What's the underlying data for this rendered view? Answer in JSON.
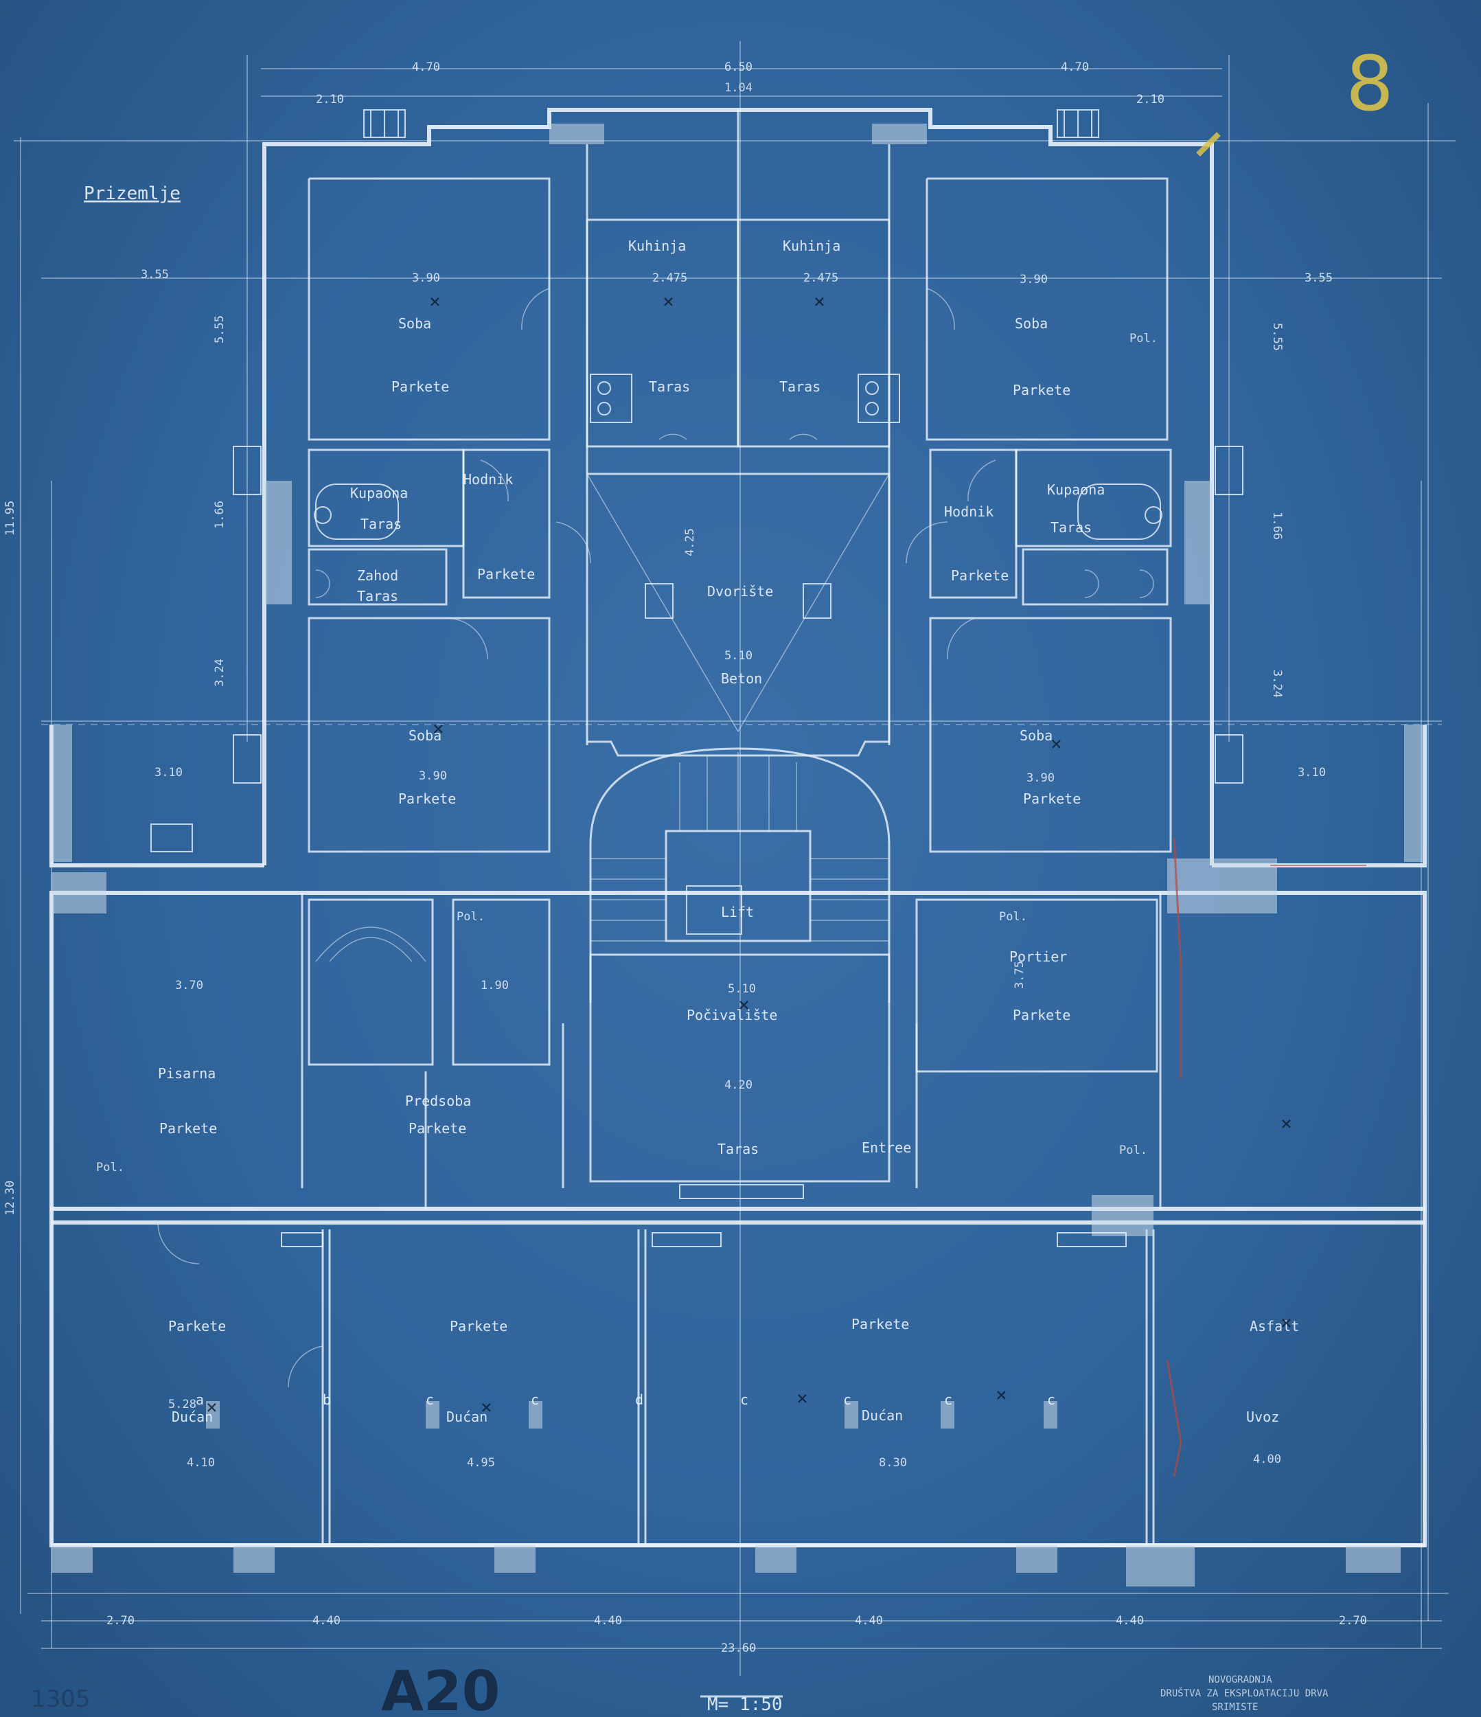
{
  "sheet": {
    "title": "Prizemlje",
    "scale": "M= 1:50",
    "sheet_number": "8",
    "archive_code": "A20",
    "archive_note_left": "1305",
    "stamp_lines": [
      "NOVOGRADNJA",
      "DRUŠTVA ZA EKSPLOATACIJU DRVA",
      "SRIMISTE"
    ]
  },
  "rooms": [
    {
      "id": "soba-nw",
      "name": "Soba",
      "floor": "Parkete"
    },
    {
      "id": "kuhinja-w",
      "name": "Kuhinja",
      "floor": "Taras"
    },
    {
      "id": "kuhinja-e",
      "name": "Kuhinja",
      "floor": "Taras"
    },
    {
      "id": "soba-ne",
      "name": "Soba",
      "floor": "Parkete"
    },
    {
      "id": "kupaona-w",
      "name": "Kupaona",
      "floor": "Taras"
    },
    {
      "id": "hodnik-w",
      "name": "Hodnik",
      "floor": "Parkete"
    },
    {
      "id": "zahod-w",
      "name": "Zahod",
      "floor": "Taras"
    },
    {
      "id": "dvoriste",
      "name": "Dvorište",
      "floor": "Beton"
    },
    {
      "id": "hodnik-e",
      "name": "Hodnik",
      "floor": "Parkete"
    },
    {
      "id": "kupaona-e",
      "name": "Kupaona",
      "floor": "Taras"
    },
    {
      "id": "soba-w",
      "name": "Soba",
      "floor": "Parkete"
    },
    {
      "id": "soba-e",
      "name": "Soba",
      "floor": "Parkete"
    },
    {
      "id": "lift",
      "name": "Lift",
      "floor": ""
    },
    {
      "id": "pisarna",
      "name": "Pisarna",
      "floor": "Parkete"
    },
    {
      "id": "predsoba",
      "name": "Predsoba",
      "floor": "Parkete"
    },
    {
      "id": "pocivaliste",
      "name": "Počivalište",
      "floor": ""
    },
    {
      "id": "portier",
      "name": "Portier",
      "floor": "Parkete"
    },
    {
      "id": "entree",
      "name": "Entree",
      "floor": "Taras"
    },
    {
      "id": "ducan-1",
      "name": "Dućan",
      "floor": "Parkete"
    },
    {
      "id": "ducan-2",
      "name": "Dućan",
      "floor": "Parkete"
    },
    {
      "id": "ducan-3",
      "name": "Dućan",
      "floor": "Parkete"
    },
    {
      "id": "uvoz",
      "name": "Uvoz",
      "floor": "Asfalt"
    }
  ],
  "dimensions": {
    "top": [
      "4.70",
      "6.50",
      "4.70"
    ],
    "top_small": [
      "2.10",
      "1.04",
      "2.10"
    ],
    "left_upper": "3.55",
    "right_upper": "3.55",
    "left_mid": "3.10",
    "right_mid": "3.10",
    "overall_height_upper": "11.95",
    "overall_height_lower": "12.30",
    "height_a": "5.55",
    "height_b": "1.66",
    "height_c": "3.24",
    "bottom": [
      "2.70",
      "4.40",
      "4.40",
      "4.40",
      "4.40",
      "2.70"
    ],
    "overall_width": "23.60",
    "room_widths": [
      "3.90",
      "2.475",
      "2.475",
      "3.90",
      "3.90",
      "5.10",
      "3.90"
    ],
    "lower_widths": [
      "3.70",
      "1.90",
      "5.10",
      "3.75",
      "4.20",
      "4.10",
      "4.95",
      "8.30",
      "4.00"
    ],
    "court_depth": "4.25",
    "shop_depth": "5.28"
  },
  "marks": {
    "floor_level": "Pol.",
    "pol_labels": [
      "Pol.",
      "Pol.",
      "Pol.",
      "Pol."
    ],
    "grid_letters": [
      "a",
      "b",
      "c",
      "c",
      "d",
      "c",
      "c",
      "c",
      "c"
    ]
  }
}
